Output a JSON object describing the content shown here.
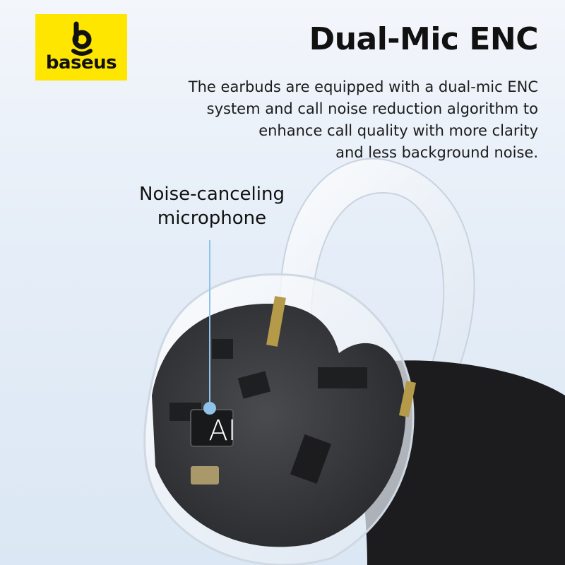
{
  "brand": {
    "name": "baseus",
    "logo_color": "#ffe600"
  },
  "heading": {
    "title": "Dual-Mic ENC"
  },
  "description": {
    "lines": [
      "The earbuds are equipped with a dual-mic ENC",
      "system and call noise reduction algorithm to",
      "enhance call quality with more clarity",
      "and less background noise."
    ]
  },
  "callout": {
    "line1": "Noise-canceling",
    "line2": "microphone",
    "pointer_color": "#8fc3ea"
  },
  "chip": {
    "label": "AI"
  }
}
